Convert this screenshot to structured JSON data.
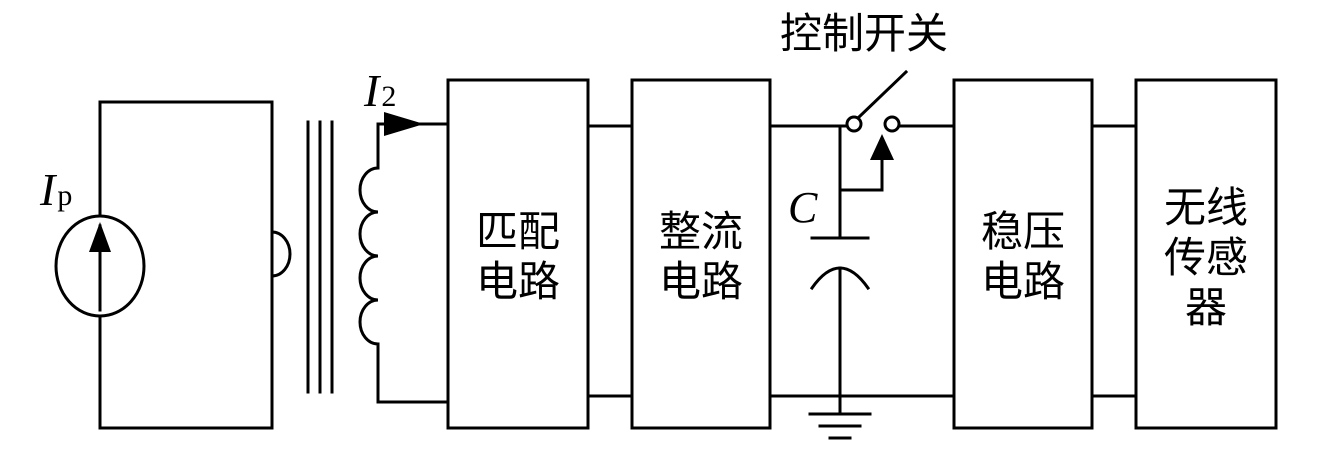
{
  "source": {
    "symbol": "I",
    "subscript": "p"
  },
  "secondary_current": {
    "symbol": "I",
    "subscript": "2"
  },
  "capacitor": {
    "label": "C"
  },
  "switch": {
    "label": "控制开关"
  },
  "blocks": {
    "match": {
      "line1": "匹配",
      "line2": "电路"
    },
    "rectifier": {
      "line1": "整流",
      "line2": "电路"
    },
    "regulator": {
      "line1": "稳压",
      "line2": "电路"
    },
    "sensor": {
      "line1": "无线",
      "line2": "传感",
      "line3": "器"
    }
  }
}
